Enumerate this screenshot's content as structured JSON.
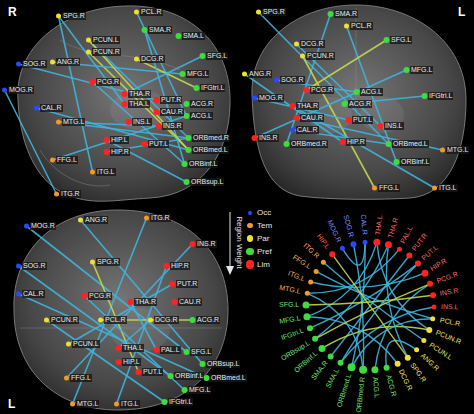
{
  "diagram": {
    "labels": [
      "R",
      "SPG.R",
      "PCL.R",
      "SMA.R",
      "SMA.L",
      "PCUN.L",
      "PCUN.R",
      "DCG.R",
      "SFG.L",
      "SOG.R",
      "ANG.R",
      "MFG.L",
      "PCG.R",
      "IFGtri.L",
      "MOG.R",
      "THA.R",
      "THA.L",
      "PUT.R",
      "ACG.R",
      "CAU.R",
      "ACG.L",
      "CAL.R",
      "MTG.L",
      "INS.L",
      "INS.R",
      "ORBmed.R",
      "HIP.L",
      "PUT.L",
      "HIP.R",
      "ORBmed.L",
      "FFG.L",
      "ORBinf.L",
      "ITG.L",
      "ORBsup.L",
      "ITG.R",
      "L",
      "SPG.R",
      "SMA.R",
      "PCL.R",
      "SFG.L",
      "DCG.R",
      "PCUN.R",
      "MFG.L",
      "ANG.R",
      "SOG.R",
      "PCG.R",
      "ACG.L",
      "IFGtri.L",
      "MOG.R",
      "THA.R",
      "ACG.R",
      "CAU.R",
      "PUT.L",
      "INS.L",
      "CAL.R",
      "INS.R",
      "ORBmed.R",
      "HIP.R",
      "ORBmed.L",
      "MTG.L",
      "ORBinf.L",
      "FFG.L",
      "ITG.L",
      "L",
      "MOG.R",
      "ANG.R",
      "ITG.R",
      "INS.R",
      "SOG.R",
      "SPG.R",
      "HIP.R",
      "PUT.R",
      "CAL.R",
      "PCG.R",
      "THA.R",
      "CAU.R",
      "PCUN.R",
      "PCL.R",
      "DCG.R",
      "ACG.R",
      "PCUN.L",
      "THA.L",
      "PAL.L",
      "SFG.L",
      "HIP.L",
      "ORBsup.L",
      "PUT.L",
      "ORBinf.L",
      "ORBmed.L",
      "FFG.L",
      "MFG.L",
      "IFGtri.L",
      "MTG.L",
      "ITG.L",
      "Region Weight",
      "SOG.R",
      "CAL.R",
      "THA.L",
      "THA.R",
      "PAL.L",
      "PUT.R",
      "PUT.L",
      "HIP.R",
      "PCG.R",
      "INS.R",
      "INS.L",
      "PCL.R",
      "PCUN.R",
      "PCUN.L",
      "ANG.R",
      "SPG.R",
      "DCG.R",
      "ACG.R",
      "ACG.L",
      "ORBmed.R",
      "ORBmed.L",
      "SMA.L",
      "SMA.R",
      "ORBinf.L",
      "ORBsup.L",
      "IFGtri.L",
      "MFG.L",
      "SFG.L",
      "MTG.L",
      "ITG.L",
      "FFG.L",
      "ITG.R",
      "HIP.L",
      "MOG.R"
    ],
    "legend": [
      {
        "text": "Occ",
        "color": "#2a48ff"
      },
      {
        "text": "Tem",
        "color": "#f09a2a"
      },
      {
        "text": "Par",
        "color": "#f0e034"
      },
      {
        "text": "Pref",
        "color": "#3fdc3f"
      },
      {
        "text": "Lim",
        "color": "#ff2222"
      }
    ]
  }
}
